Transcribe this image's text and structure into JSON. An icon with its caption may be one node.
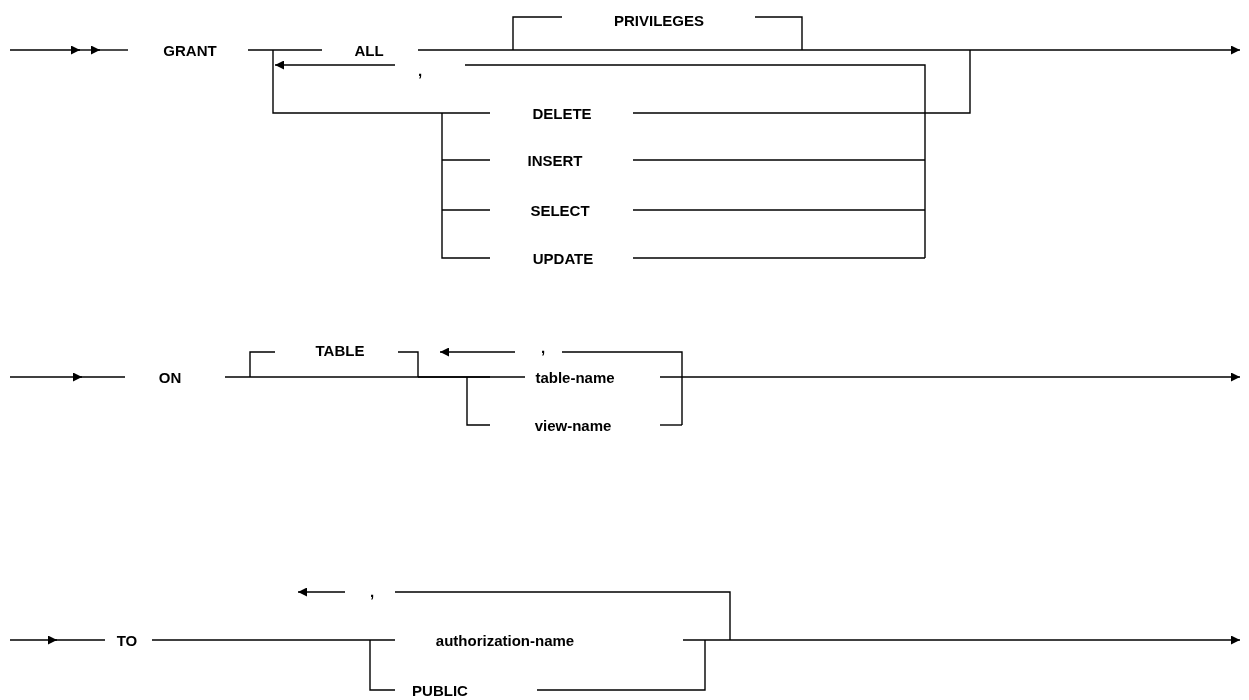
{
  "diagram": {
    "labels": [
      "GRANT",
      "ALL",
      "PRIVILEGES",
      ",",
      "DELETE",
      "INSERT",
      "SELECT",
      "UPDATE",
      "ON",
      "TABLE",
      ",",
      "table-name",
      "view-name",
      "TO",
      ",",
      "authorization-name",
      "PUBLIC"
    ]
  }
}
